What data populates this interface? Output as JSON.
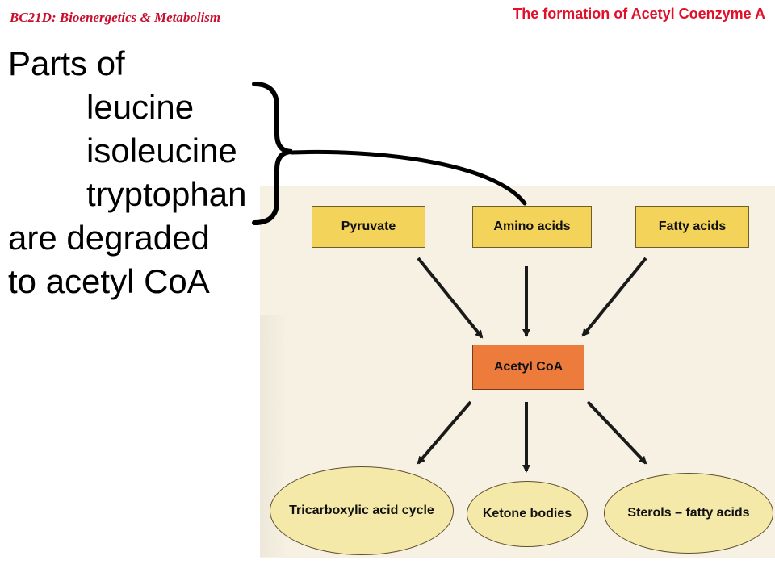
{
  "header": {
    "course": "BC21D: Bioenergetics & Metabolism",
    "title": "The formation of Acetyl Coenzyme A"
  },
  "body": {
    "line1": "Parts of",
    "amino_acids": [
      "leucine",
      "isoleucine",
      "tryptophan"
    ],
    "line5": "are degraded",
    "line6": "to acetyl CoA"
  },
  "diagram": {
    "sources": [
      "Pyruvate",
      "Amino acids",
      "Fatty acids"
    ],
    "center": "Acetyl CoA",
    "products": [
      "Tricarboxylic acid cycle",
      "Ketone bodies",
      "Sterols – fatty acids"
    ]
  },
  "colors": {
    "header_red": "#c8102e",
    "source_box": "#f4d35b",
    "center_box": "#ec7b3c",
    "product_ellipse": "#f4e9a8"
  }
}
